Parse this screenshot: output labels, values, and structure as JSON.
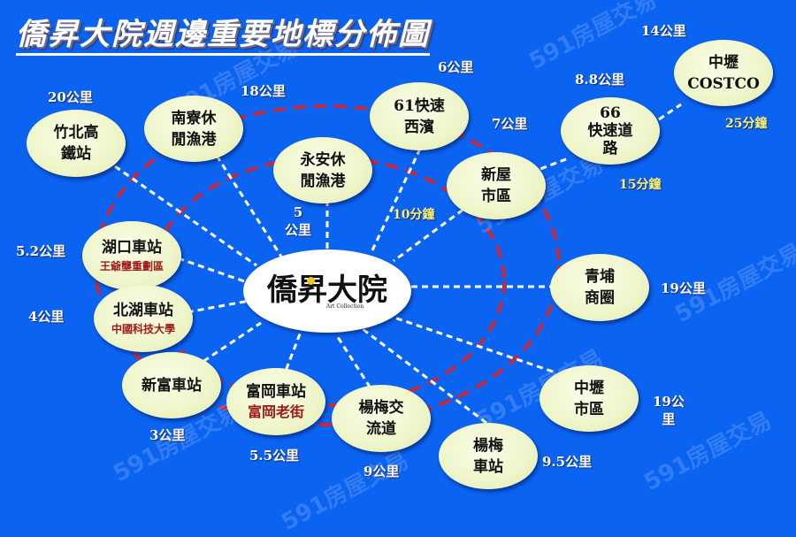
{
  "title": "僑昇大院週邊重要地標分佈圖",
  "center": {
    "logo": "僑昇大院",
    "subtitle": "Art Collection"
  },
  "nodes": [
    {
      "id": "zhubei-hsr",
      "line1": "竹北高",
      "line2": "鐵站",
      "distance": "20公里"
    },
    {
      "id": "nanliao-harbor",
      "line1": "南寮休",
      "line2": "閒漁港",
      "distance": "18公里"
    },
    {
      "id": "yongan-harbor",
      "line1": "永安休",
      "line2": "閒漁港",
      "distance_line1": "5",
      "distance_line2": "公里"
    },
    {
      "id": "expressway-61",
      "line1": "61快速",
      "line2": "西濱",
      "distance": "6公里"
    },
    {
      "id": "xinwu-city",
      "line1": "新屋",
      "line2": "市區",
      "distance": "7公里",
      "time": "10分鐘"
    },
    {
      "id": "expressway-66",
      "line1": "66",
      "line2": "快速道",
      "line3": "路",
      "distance": "8.8公里",
      "time": "15分鐘"
    },
    {
      "id": "zhongli-costco",
      "line1": "中壢",
      "line2": "COSTCO",
      "distance": "14公里",
      "time": "25分鐘"
    },
    {
      "id": "hukou-station",
      "line1": "湖口車站",
      "sub": "王爺壟重劃區",
      "distance": "5.2公里"
    },
    {
      "id": "beihu-station",
      "line1": "北湖車站",
      "sub": "中國科技大學",
      "distance": "4公里"
    },
    {
      "id": "qingpu-district",
      "line1": "青埔",
      "line2": "商圈",
      "distance": "19公里"
    },
    {
      "id": "xinfu-station",
      "line1": "新富車站",
      "distance": "3公里"
    },
    {
      "id": "fugang-station",
      "line1": "富岡車站",
      "sub": "富岡老街",
      "distance": "5.5公里"
    },
    {
      "id": "yangmei-interchange",
      "line1": "楊梅交",
      "line2": "流道",
      "distance": "9公里"
    },
    {
      "id": "yangmei-station",
      "line1": "楊梅",
      "line2": "車站",
      "distance": "9.5公里"
    },
    {
      "id": "zhongli-city",
      "line1": "中壢",
      "line2": "市區",
      "distance_line1": "19公",
      "distance_line2": "里"
    }
  ],
  "watermark": "591房屋交易",
  "colors": {
    "background": "#0b63f2",
    "node_fill": "#eef5c9",
    "ring": "#c8283c",
    "connector": "#ffffff",
    "distance_text": "#ffffff",
    "time_text": "#f4f27a",
    "sub_text": "#a01818"
  }
}
